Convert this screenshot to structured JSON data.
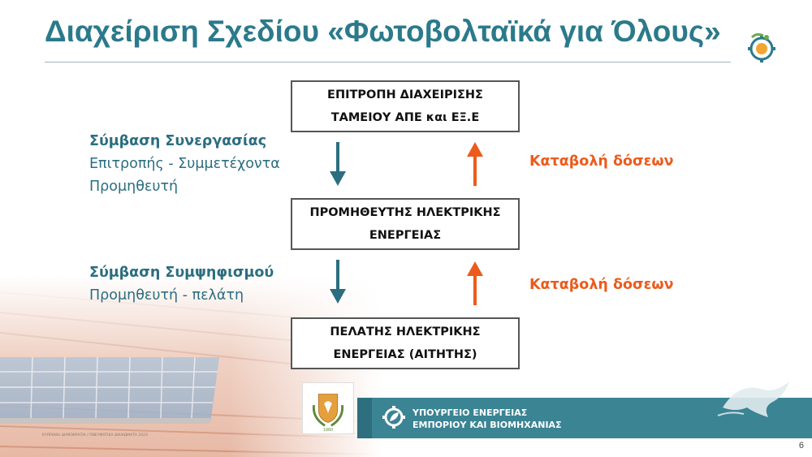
{
  "slide": {
    "title": "Διαχείριση Σχεδίου «Φωτοβολταϊκά για Όλους»",
    "page_number": "6"
  },
  "boxes": {
    "top": {
      "line1": "ΕΠΙΤΡΟΠΗ ΔΙΑΧΕΙΡΙΣΗΣ",
      "line2": "ΤΑΜΕΙΟΥ ΑΠΕ και ΕΞ.Ε"
    },
    "middle": {
      "line1": "ΠΡΟΜΗΘΕΥΤΗΣ ΗΛΕΚΤΡΙΚΗΣ",
      "line2": "ΕΝΕΡΓΕΙΑΣ"
    },
    "bottom": {
      "line1": "ΠΕΛΑΤΗΣ ΗΛΕΚΤΡΙΚΗΣ",
      "line2": "ΕΝΕΡΓΕΙΑΣ (ΑΙΤΗΤΗΣ)"
    }
  },
  "left_labels": {
    "first": {
      "title": "Σύμβαση Συνεργασίας",
      "line2": "Επιτροπής - Συμμετέχοντα",
      "line3": "Προμηθευτή"
    },
    "second": {
      "title": "Σύμβαση Συμψηφισμού",
      "line2": "Προμηθευτή - πελάτη"
    }
  },
  "right_labels": {
    "first": "Καταβολή δόσεων",
    "second": "Καταβολή δόσεων"
  },
  "footer": {
    "ministry_line1": "ΥΠΟΥΡΓΕΙΟ ΕΝΕΡΓΕΙΑΣ",
    "ministry_line2": "ΕΜΠΟΡΙΟΥ ΚΑΙ ΒΙΟΜΗΧΑΝΙΑΣ",
    "credit": "ΚΥΠΡΙΑΚΗ ΔΗΜΟΚΡΑΤΙΑ / ΠΝΕΥΜΑΤΙΚΑ ΔΙΚΑΙΩΜΑΤΑ 2023"
  },
  "colors": {
    "title": "#2b7a8b",
    "down_arrow": "#2b6e80",
    "up_arrow": "#ec5b1c",
    "footer_band": "#3a8494"
  },
  "icons": {
    "top_right_logo": "solar-gear-logo-icon",
    "down_arrow": "arrow-down-icon",
    "up_arrow": "arrow-up-icon",
    "ministry_emblem": "gear-leaf-emblem-icon",
    "crest": "cyprus-coat-of-arms-icon",
    "dove": "dove-olive-branch-icon"
  }
}
